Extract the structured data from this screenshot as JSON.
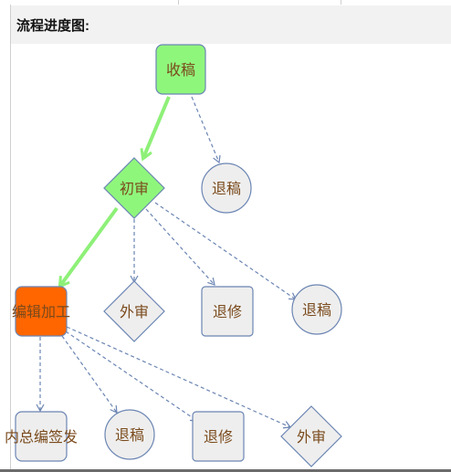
{
  "title": "流程进度图:",
  "colors": {
    "done_fill": "#8ff67c",
    "current_fill": "#ff6600",
    "pending_fill": "#eeeeee",
    "done_arrow": "#8ef078",
    "pending_arrow": "#6b85b3",
    "node_stroke": "#6b85b3",
    "label_color": "#7a4a1c"
  },
  "nodes": [
    {
      "id": "n1",
      "label": "收稿",
      "shape": "rounded",
      "status": "done"
    },
    {
      "id": "n2",
      "label": "初审",
      "shape": "diamond",
      "status": "done"
    },
    {
      "id": "n3",
      "label": "退稿",
      "shape": "circle",
      "status": "pending"
    },
    {
      "id": "n4",
      "label": "编辑加工",
      "shape": "rounded",
      "status": "current"
    },
    {
      "id": "n5",
      "label": "外审",
      "shape": "diamond",
      "status": "pending"
    },
    {
      "id": "n6",
      "label": "退修",
      "shape": "rect",
      "status": "pending"
    },
    {
      "id": "n7",
      "label": "退稿",
      "shape": "circle",
      "status": "pending"
    },
    {
      "id": "n8",
      "label": "内总编签发",
      "shape": "rounded",
      "status": "pending"
    },
    {
      "id": "n9",
      "label": "退稿",
      "shape": "circle",
      "status": "pending"
    },
    {
      "id": "n10",
      "label": "退修",
      "shape": "rect",
      "status": "pending"
    },
    {
      "id": "n11",
      "label": "外审",
      "shape": "diamond",
      "status": "pending"
    }
  ],
  "edges": [
    {
      "from": "n1",
      "to": "n2",
      "status": "done"
    },
    {
      "from": "n1",
      "to": "n3",
      "status": "pending"
    },
    {
      "from": "n2",
      "to": "n4",
      "status": "done"
    },
    {
      "from": "n2",
      "to": "n5",
      "status": "pending"
    },
    {
      "from": "n2",
      "to": "n6",
      "status": "pending"
    },
    {
      "from": "n2",
      "to": "n7",
      "status": "pending"
    },
    {
      "from": "n4",
      "to": "n8",
      "status": "pending"
    },
    {
      "from": "n4",
      "to": "n9",
      "status": "pending"
    },
    {
      "from": "n4",
      "to": "n10",
      "status": "pending"
    },
    {
      "from": "n4",
      "to": "n11",
      "status": "pending"
    }
  ]
}
